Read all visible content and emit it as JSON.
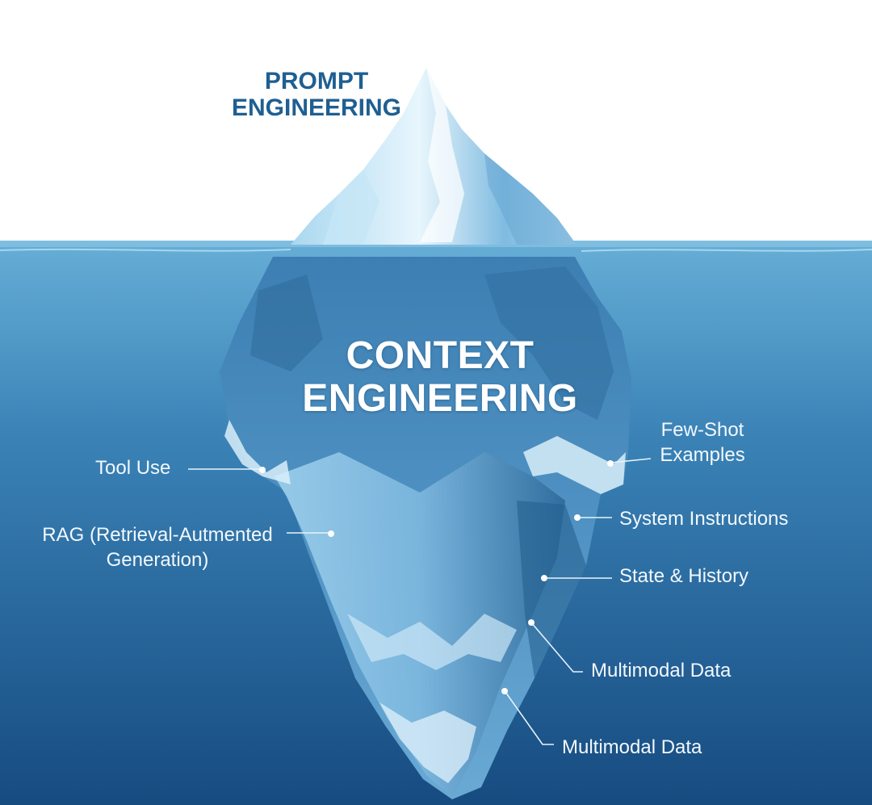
{
  "diagram": {
    "surface_title": {
      "line1": "PROMPT",
      "line2": "ENGINEERING"
    },
    "submerged_title": {
      "line1": "CONTEXT",
      "line2": "ENGINEERING"
    },
    "labels": {
      "tool_use": "Tool Use",
      "rag": {
        "line1": "RAG (Retrieval-Autmented",
        "line2": "Generation)"
      },
      "few_shot": {
        "line1": "Few-Shot",
        "line2": "Examples"
      },
      "system_instructions": "System Instructions",
      "state_history": "State & History",
      "multimodal_upper": "Multimodal Data",
      "multimodal_lower": "Multimodal Data"
    },
    "colors": {
      "sky": "#ffffff",
      "water_top": "#5aa5cf",
      "water_bottom": "#164b80",
      "ice_light": "#e9f6fd",
      "ice_mid": "#8fc4e4",
      "ice_dark": "#2f6e9e",
      "title_top": "#1f5f92",
      "label_text": "#f2f8fd"
    }
  }
}
